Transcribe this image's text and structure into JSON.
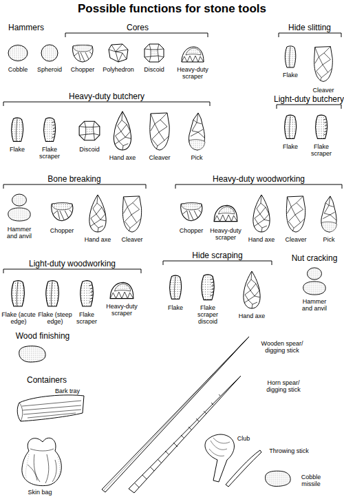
{
  "diagram": {
    "title": "Possible functions for stone tools",
    "labels": [
      "Hammers",
      "Cobble",
      "Spheroid",
      "Cores",
      "Chopper",
      "Polyhedron",
      "Discoid",
      "Heavy-duty scraper",
      "Hide slitting",
      "Flake",
      "Cleaver",
      "Heavy-duty butchery",
      "Flake",
      "Flake scraper",
      "Discoid",
      "Hand axe",
      "Cleaver",
      "Pick",
      "Light-duty butchery",
      "Flake",
      "Flake scraper",
      "Bone breaking",
      "Hammer and anvil",
      "Chopper",
      "Hand axe",
      "Cleaver",
      "Heavy-duty woodworking",
      "Chopper",
      "Heavy-duty scraper",
      "Hand axe",
      "Cleaver",
      "Pick",
      "Light-duty woodworking",
      "Flake (acute edge)",
      "Flake (steep edge)",
      "Flake scraper",
      "Heavy-duty scraper",
      "Hide scraping",
      "Flake",
      "Flake scraper discoid",
      "Hand axe",
      "Nut cracking",
      "Hammer and anvil",
      "Wood finishing",
      "Containers",
      "Bark tray",
      "Skin bag",
      "Wooden spear/ digging stick",
      "Horn spear/ digging stick",
      "Club",
      "Throwing stick",
      "Cobble missile"
    ]
  }
}
